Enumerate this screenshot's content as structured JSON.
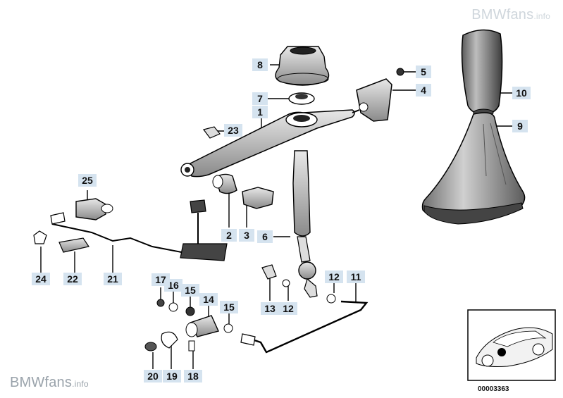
{
  "watermark_top": {
    "brand": "BMWfans",
    "suffix": ".info"
  },
  "watermark_bottom": {
    "brand": "BMWfans",
    "suffix": ".info"
  },
  "callouts": [
    {
      "id": "c1",
      "label": "1"
    },
    {
      "id": "c2",
      "label": "2"
    },
    {
      "id": "c3",
      "label": "3"
    },
    {
      "id": "c4",
      "label": "4"
    },
    {
      "id": "c5",
      "label": "5"
    },
    {
      "id": "c6",
      "label": "6"
    },
    {
      "id": "c7",
      "label": "7"
    },
    {
      "id": "c8",
      "label": "8"
    },
    {
      "id": "c9",
      "label": "9"
    },
    {
      "id": "c10",
      "label": "10"
    },
    {
      "id": "c11",
      "label": "11"
    },
    {
      "id": "c12a",
      "label": "12"
    },
    {
      "id": "c12b",
      "label": "12"
    },
    {
      "id": "c13",
      "label": "13"
    },
    {
      "id": "c14",
      "label": "14"
    },
    {
      "id": "c15a",
      "label": "15"
    },
    {
      "id": "c15b",
      "label": "15"
    },
    {
      "id": "c16",
      "label": "16"
    },
    {
      "id": "c17",
      "label": "17"
    },
    {
      "id": "c18",
      "label": "18"
    },
    {
      "id": "c19",
      "label": "19"
    },
    {
      "id": "c20",
      "label": "20"
    },
    {
      "id": "c21",
      "label": "21"
    },
    {
      "id": "c22",
      "label": "22"
    },
    {
      "id": "c23",
      "label": "23"
    },
    {
      "id": "c24",
      "label": "24"
    },
    {
      "id": "c25",
      "label": "25"
    }
  ],
  "inset": {
    "reference_number": "00003363"
  },
  "colors": {
    "callout_bg": "#d5e3ef",
    "line": "#000000",
    "part_fill": "#ffffff",
    "shade": "#555555"
  }
}
